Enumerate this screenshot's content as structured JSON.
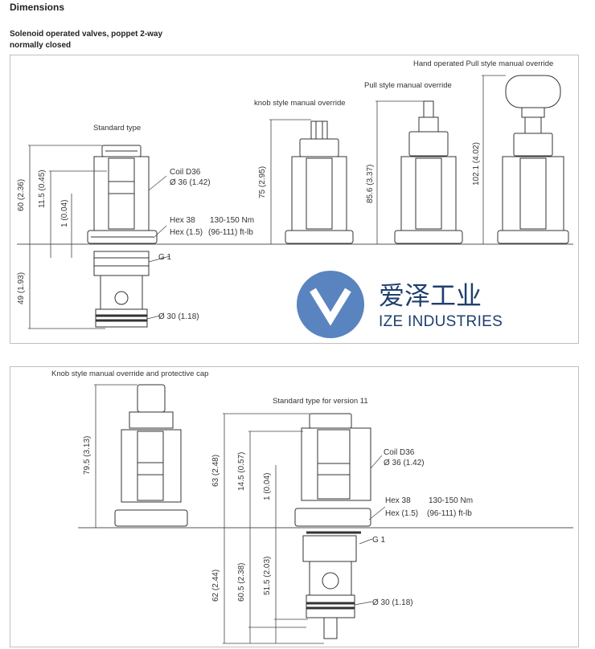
{
  "header": {
    "title": "Dimensions",
    "subtitle_line1": "Solenoid operated valves, poppet 2-way",
    "subtitle_line2": "normally closed"
  },
  "panel1": {
    "label_standard": "Standard type",
    "label_knob": "knob style manual override",
    "label_pull": "Pull style manual override",
    "label_hand": "Hand operated Pull style manual override",
    "coil": "Coil D36",
    "coil_dia": "Ø 36 (1.42)",
    "hex": "Hex 38",
    "hex_in": "Hex (1.5)",
    "torque": "130-150 Nm",
    "torque_ft": "(96-111) ft-lb",
    "thread": "G 1",
    "bottom_dia": "Ø 30 (1.18)",
    "dim_60": "60 (2.36)",
    "dim_115": "11.5 (0.45)",
    "dim_1": "1 (0.04)",
    "dim_49": "49 (1.93)",
    "dim_75": "75 (2.95)",
    "dim_856": "85.6 (3.37)",
    "dim_1021": "102.1 (4.02)"
  },
  "panel2": {
    "label_knob_cap": "Knob style manual override and protective cap",
    "label_v11": "Standard type for version 11",
    "coil": "Coil D36",
    "coil_dia": "Ø 36 (1.42)",
    "hex": "Hex 38",
    "hex_in": "Hex (1.5)",
    "torque": "130-150 Nm",
    "torque_ft": "(96-111) ft-lb",
    "thread": "G 1",
    "bottom_dia": "Ø 30 (1.18)",
    "dim_795": "79.5 (3.13)",
    "dim_63": "63 (2.48)",
    "dim_145": "14.5 (0.57)",
    "dim_1": "1 (0.04)",
    "dim_62": "62 (2.44)",
    "dim_605": "60.5 (2.38)",
    "dim_515": "51.5 (2.03)"
  },
  "watermark": {
    "brand_cn": "爱泽工业",
    "brand_en": "IZE INDUSTRIES",
    "logo_color": "#3c6fb4"
  }
}
